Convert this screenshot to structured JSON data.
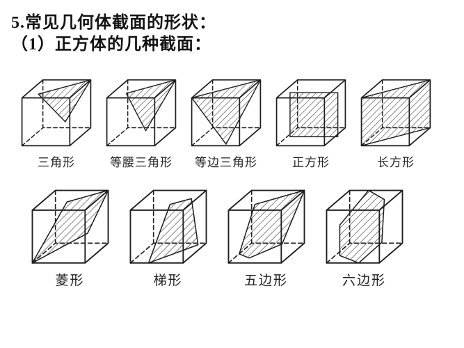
{
  "slide": {
    "background": "#ffffff",
    "ink_color": "#1f1f1f",
    "title_line1": "5.常见几何体截面的形状：",
    "title_line2": "（1）正方体的几种截面："
  },
  "rows": [
    {
      "figures": [
        {
          "label": "三角形",
          "section": "triangle"
        },
        {
          "label": "等腰三角形",
          "section": "isosceles-triangle"
        },
        {
          "label": "等边三角形",
          "section": "equilateral-triangle"
        },
        {
          "label": "正方形",
          "section": "square"
        },
        {
          "label": "长方形",
          "section": "rectangle"
        }
      ]
    },
    {
      "figures": [
        {
          "label": "菱形",
          "section": "rhombus"
        },
        {
          "label": "梯形",
          "section": "trapezoid"
        },
        {
          "label": "五边形",
          "section": "pentagon"
        },
        {
          "label": "六边形",
          "section": "hexagon"
        }
      ]
    }
  ]
}
